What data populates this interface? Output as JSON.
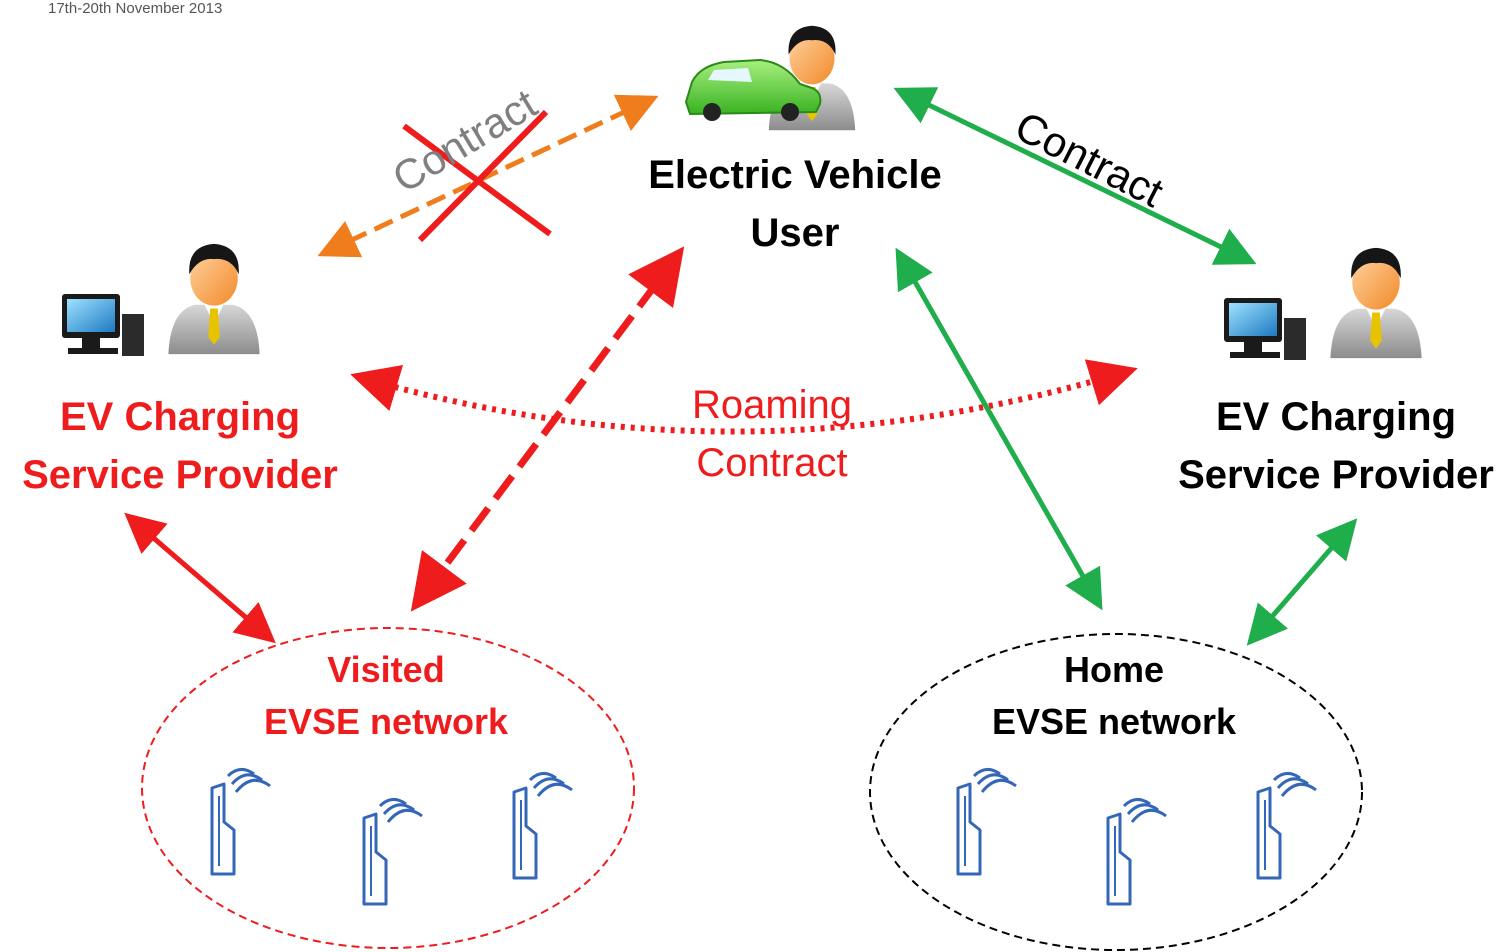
{
  "header": {
    "date": "17th-20th November 2013"
  },
  "actors": {
    "ev_user": {
      "line1": "Electric Vehicle",
      "line2": "User"
    },
    "visited_provider": {
      "line1": "EV Charging",
      "line2": "Service Provider"
    },
    "home_provider": {
      "line1": "EV Charging",
      "line2": "Service Provider"
    }
  },
  "networks": {
    "visited": {
      "line1": "Visited",
      "line2": "EVSE network"
    },
    "home": {
      "line1": "Home",
      "line2": "EVSE network"
    }
  },
  "relations": {
    "crossed_contract": "Contract",
    "home_contract": "Contract",
    "roaming": {
      "line1": "Roaming",
      "line2": "Contract"
    }
  },
  "colors": {
    "visited": "#ee1c1c",
    "home_link": "#1fae4b",
    "crossed_link": "#f07d1c",
    "home_network_border": "#000000",
    "charger": "#3567b8"
  }
}
